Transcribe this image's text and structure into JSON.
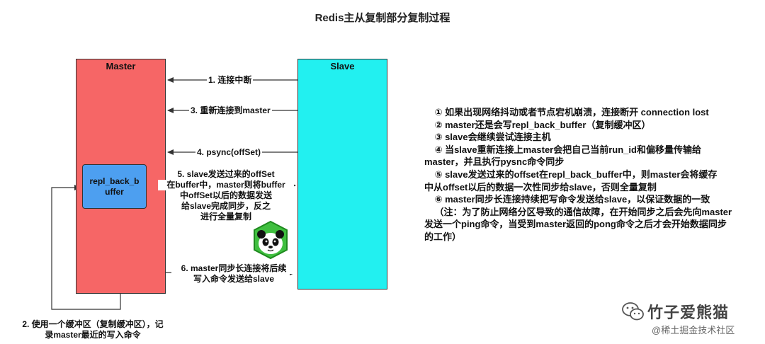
{
  "title": "Redis主从复制部分复制过程",
  "master": {
    "label": "Master"
  },
  "slave": {
    "label": "Slave"
  },
  "buffer": {
    "line1": "repl_back_b",
    "line2": "uffer"
  },
  "steps": {
    "s1": "1. 连接中断",
    "s3": "3. 重新连接到master",
    "s4": "4. psync(offSet)",
    "s5": [
      "5. slave发送过来的offSet",
      "在buffer中，master则将buffer",
      "中offSet以后的数据发送",
      "给slave完成同步，反之",
      "进行全量复制"
    ],
    "s6": [
      "6. master同步长连接将后续",
      "写入命令发送给slave"
    ],
    "s2": [
      "2. 使用一个缓冲区（复制缓冲区），记",
      "录master最近的写入命令"
    ]
  },
  "notes": [
    "    ① 如果出现网络抖动或者节点宕机崩溃，连接断开 connection lost",
    "    ② master还是会写repl_back_buffer（复制缓冲区）",
    "    ③ slave会继续尝试连接主机",
    "    ④ 当slave重新连接上master会把自己当前run_id和偏移量传输给",
    "master，并且执行pysnc命令同步",
    "    ⑤ slave发送过来的offset在repl_back_buffer中，则master会将缓存",
    "中从offset以后的数据一次性同步给slave，否则全量复制",
    "    ⑥ master同步长连接持续把写命令发送给slave，以保证数据的一致",
    "    （注：为了防止网络分区导致的通信故障，在开始同步之后会先向master",
    "发送一个ping命令，当受到master返回的pong命令之后才会开始数据同步",
    "的工作）"
  ],
  "watermark": {
    "brand": "竹子爱熊猫",
    "source": "@稀土掘金技术社区"
  }
}
